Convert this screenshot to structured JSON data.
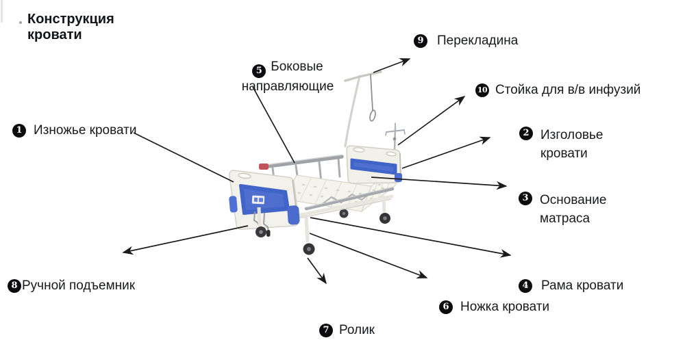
{
  "title": "Конструкция кровати",
  "labels": [
    {
      "num": "1",
      "text": "Изножье кровати"
    },
    {
      "num": "2",
      "text": "Изголовье кровати"
    },
    {
      "num": "3",
      "text": "Основание матраса"
    },
    {
      "num": "4",
      "text": "Рама кровати"
    },
    {
      "num": "5",
      "text": "Боковые направляющие"
    },
    {
      "num": "6",
      "text": "Ножка кровати"
    },
    {
      "num": "7",
      "text": "Ролик"
    },
    {
      "num": "8",
      "text": "Ручной подъемник"
    },
    {
      "num": "9",
      "text": "Перекладина"
    },
    {
      "num": "10",
      "text": "Стойка для в/в инфузий"
    }
  ],
  "colors": {
    "accent_blue": "#4164c9",
    "bed_body": "#f2f1ea",
    "text": "#17191c",
    "rail_clamp_red": "#c4525a"
  }
}
